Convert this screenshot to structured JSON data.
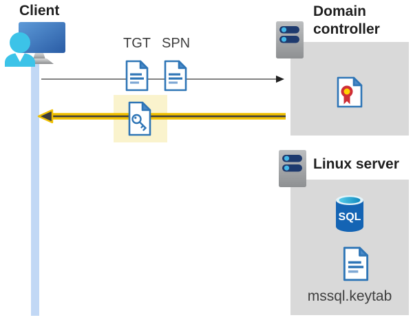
{
  "labels": {
    "client": "Client",
    "tgt": "TGT",
    "spn": "SPN",
    "domain_controller": "Domain\ncontroller",
    "linux_server": "Linux server",
    "keytab": "mssql.keytab",
    "sql": "SQL"
  },
  "icons": {
    "client": "client-workstation-icon",
    "timeline": "client-timeline-bar",
    "tgt": "document-icon",
    "spn": "document-icon",
    "service_ticket": "key-document-icon",
    "request_arrow": "right-arrow-gray",
    "response_arrow": "left-arrow-gold-highlight",
    "domain_controller": "server-icon",
    "certificate": "certificate-icon",
    "linux_server": "server-icon",
    "sql": "sql-database-icon",
    "keytab_file": "document-icon"
  },
  "colors": {
    "doc_blue": "#2e75b6",
    "doc_fold_blue": "#4a8ac9",
    "person_cyan": "#3cc3e8",
    "timeline_blue": "#c2d8f5",
    "zone_gray": "#d9d9d9",
    "server_navy": "#1e3a6e",
    "server_dot_cyan": "#43b7e8",
    "highlight_yellow": "#faf3cd",
    "arrow_gold": "#f0c000",
    "arrow_dark": "#3d3d3d",
    "request_gray": "#595959",
    "sql_blue": "#1464b4",
    "sql_top_teal": "#3bbfe0",
    "cert_red": "#cf2e36",
    "cert_gold": "#ffd200",
    "title_text": "#1f1f1f",
    "label_text": "#3f3f3f"
  }
}
